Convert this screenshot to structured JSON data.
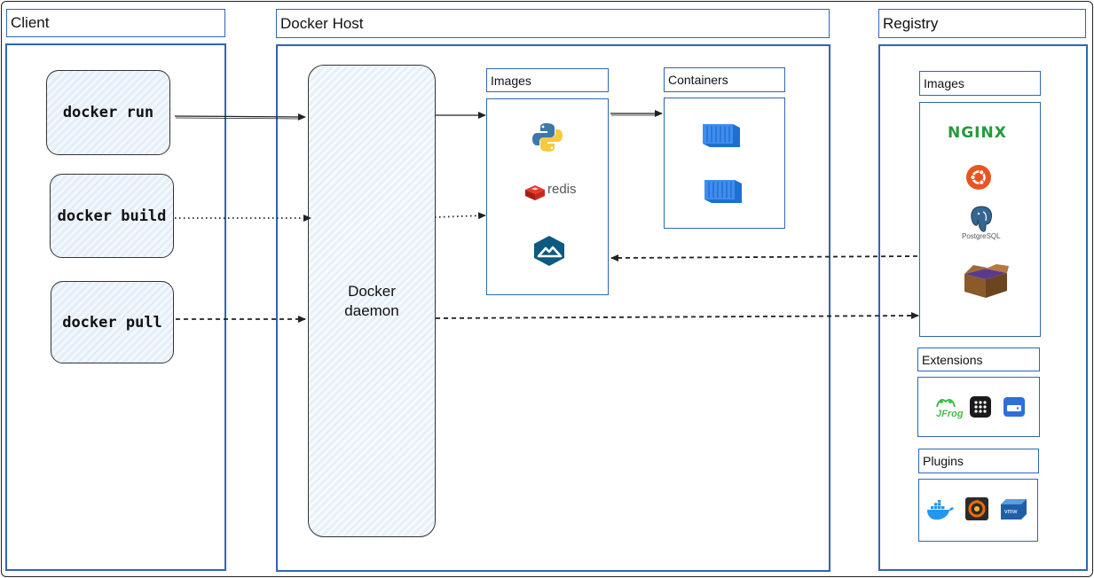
{
  "client": {
    "title": "Client",
    "commands": [
      "docker run",
      "docker build",
      "docker pull"
    ]
  },
  "host": {
    "title": "Docker Host",
    "daemon_line1": "Docker",
    "daemon_line2": "daemon",
    "images_title": "Images",
    "containers_title": "Containers",
    "image_icons": [
      "python-icon",
      "redis-icon",
      "alpine-icon"
    ],
    "redis_label": "redis",
    "container_icons": [
      "container-icon",
      "container-icon"
    ]
  },
  "registry": {
    "title": "Registry",
    "images_title": "Images",
    "image_icons": [
      "nginx-icon",
      "ubuntu-icon",
      "postgresql-icon",
      "box-icon"
    ],
    "nginx_label": "NGINX",
    "postgres_label": "PostgreSQL",
    "extensions_title": "Extensions",
    "extension_icons": [
      "jfrog-icon",
      "grid-app-icon",
      "drive-app-icon"
    ],
    "jfrog_label": "JFrog",
    "plugins_title": "Plugins",
    "plugin_icons": [
      "docker-whale-icon",
      "grafana-icon",
      "vmware-icon"
    ],
    "vmware_label": "vmw"
  },
  "colors": {
    "frame_blue": "#2f66b3",
    "container_blue": "#2f7fe0",
    "nginx_green": "#239a3b",
    "ubuntu_orange": "#e95420",
    "redis_red": "#d82c20",
    "alpine_navy": "#0d597f"
  }
}
